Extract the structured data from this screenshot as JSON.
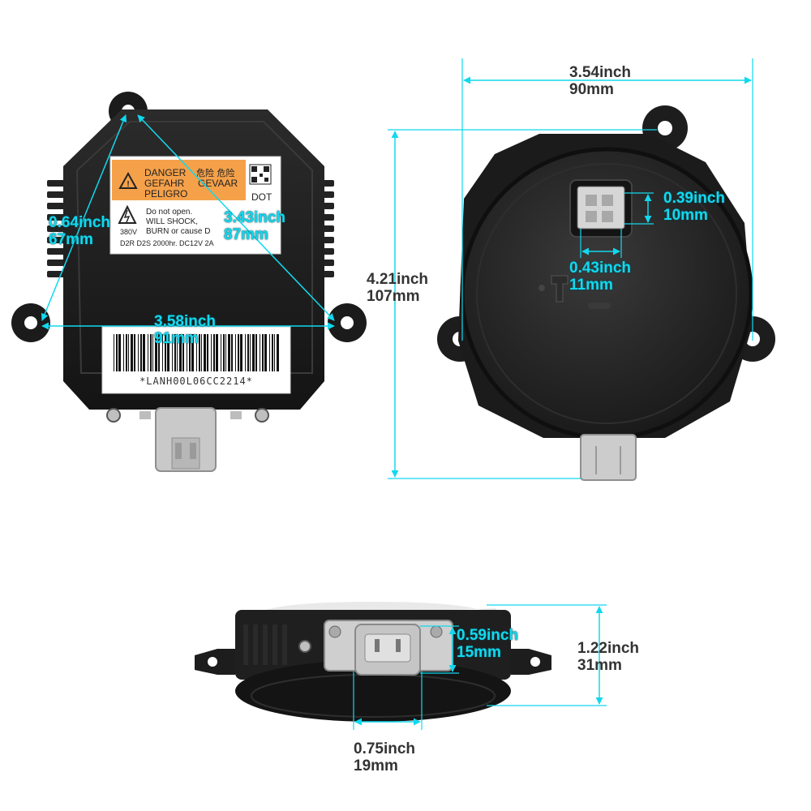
{
  "colors": {
    "cyan": "#12d8ee",
    "body": "#1f1f1f",
    "label_orange": "#f5a14a",
    "connector_gray": "#c9c9c9"
  },
  "front_label": {
    "danger_lines": [
      "DANGER",
      "GEFAHR",
      "PELIGRO"
    ],
    "warning_lines": [
      "Do not open.",
      "WILL SHOCK,",
      "BURN or cause D"
    ],
    "cjk_line1": "危险 危险",
    "gevaar": "GEVAAR",
    "voltage": "380V",
    "dot": "DOT",
    "spec": "D2R  D2S  2000hr.  DC12V  2A"
  },
  "barcode_text": "*LANH00L06CC2214*",
  "dimensions": {
    "front_height": {
      "inch": "0.64inch",
      "mm": "67mm"
    },
    "front_diag": {
      "inch": "3.43inch",
      "mm": "87mm"
    },
    "front_width": {
      "inch": "3.58inch",
      "mm": "91mm"
    },
    "back_width": {
      "inch": "3.54inch",
      "mm": "90mm"
    },
    "back_height": {
      "inch": "4.21inch",
      "mm": "107mm"
    },
    "socket_height": {
      "inch": "0.39inch",
      "mm": "10mm"
    },
    "socket_width": {
      "inch": "0.43inch",
      "mm": "11mm"
    },
    "side_connector_height": {
      "inch": "0.59inch",
      "mm": "15mm"
    },
    "side_height": {
      "inch": "1.22inch",
      "mm": "31mm"
    },
    "side_connector_width": {
      "inch": "0.75inch",
      "mm": "19mm"
    }
  }
}
